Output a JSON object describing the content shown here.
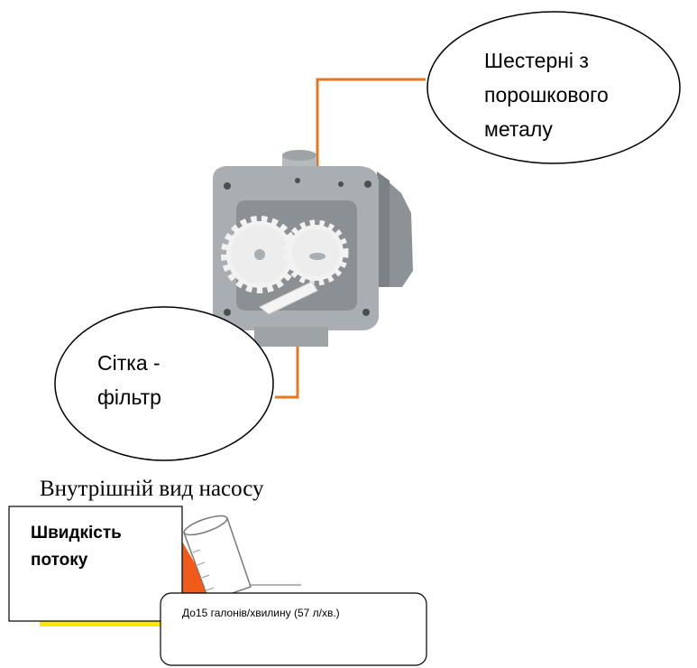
{
  "callouts": {
    "gears": "Шестерні з\nпорошкового\nметалу",
    "filter": "Сітка -\nфільтр"
  },
  "caption": "Внутрішній вид насосу",
  "flow": {
    "label": "Швидкість\nпотоку",
    "value": "До15 галонів/хвилину (57 л/хв.)"
  },
  "colors": {
    "leader_line": "#e87722",
    "pump_body": "#a9aeb2",
    "gears": "#f2f2f2",
    "accent_yellow": "#ffe800",
    "accent_orange": "#f05a1a"
  }
}
